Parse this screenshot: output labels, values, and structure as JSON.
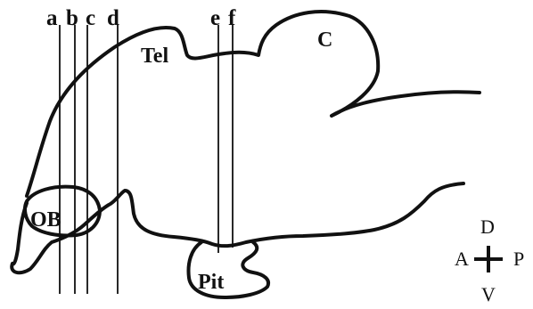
{
  "section_lines": [
    {
      "id": "a",
      "label": "a"
    },
    {
      "id": "b",
      "label": "b"
    },
    {
      "id": "c",
      "label": "c"
    },
    {
      "id": "d",
      "label": "d"
    },
    {
      "id": "e",
      "label": "e"
    },
    {
      "id": "f",
      "label": "f"
    }
  ],
  "regions": {
    "tel": "Tel",
    "c": "C",
    "ob": "OB",
    "pit": "Pit"
  },
  "orientation": {
    "dorsal": "D",
    "ventral": "V",
    "anterior": "A",
    "posterior": "P"
  },
  "colors": {
    "ink": "#111111",
    "background": "#ffffff"
  }
}
